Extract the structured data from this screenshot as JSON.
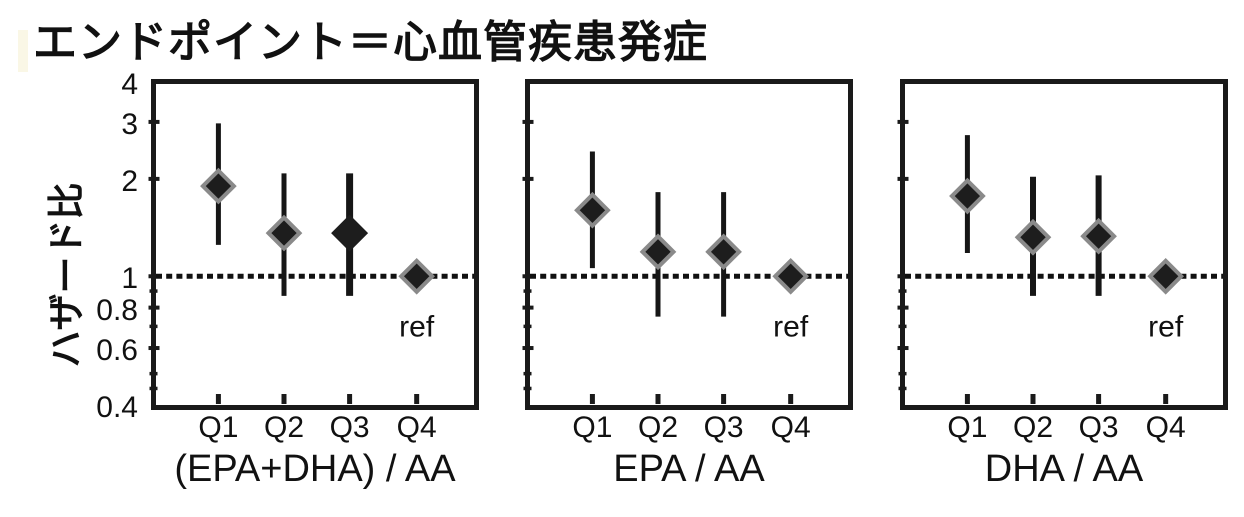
{
  "title": "エンドポイント＝心血管疾患発症",
  "ylabel": "ハザード比",
  "ref_label": "ref",
  "colors": {
    "background": "#ffffff",
    "text": "#111111",
    "axis": "#1a1a1a",
    "marker_fill": "#1d1d1d",
    "marker_outline": "#8a8a8a",
    "error_bar": "#161616",
    "reference_line": "#111111"
  },
  "chart_data": {
    "type": "scatter",
    "subtype": "hazard-ratio-forest-plot",
    "title": "エンドポイント＝心血管疾患発症",
    "ylabel": "ハザード比",
    "yscale": "log",
    "ylim": [
      0.4,
      4
    ],
    "yticks": [
      {
        "value": 4,
        "label": "4"
      },
      {
        "value": 3,
        "label": "3"
      },
      {
        "value": 2,
        "label": "2"
      },
      {
        "value": 1,
        "label": "1"
      },
      {
        "value": 0.8,
        "label": "0.8"
      },
      {
        "value": 0.6,
        "label": "0.6"
      },
      {
        "value": 0.4,
        "label": "0.4"
      }
    ],
    "ytick_lines_major": [
      3,
      2,
      1,
      0.8,
      0.6
    ],
    "ytick_lines_minor": [
      0.9,
      0.7,
      0.5,
      0.45
    ],
    "reference_line_y": 1.0,
    "grid": false,
    "legend": "none",
    "categories": [
      "Q1",
      "Q2",
      "Q3",
      "Q4"
    ],
    "panels": [
      {
        "name": "epa-plus-dha-over-aa",
        "xlabel": "(EPA+DHA) / AA",
        "points": [
          {
            "category": "Q1",
            "hr": 1.9,
            "ci_low": 1.25,
            "ci_high": 2.97,
            "marker": "outlined",
            "ci_lw": 5
          },
          {
            "category": "Q2",
            "hr": 1.36,
            "ci_low": 0.87,
            "ci_high": 2.08,
            "marker": "outlined",
            "ci_lw": 5
          },
          {
            "category": "Q3",
            "hr": 1.36,
            "ci_low": 0.87,
            "ci_high": 2.08,
            "marker": "solid-large",
            "ci_lw": 7
          },
          {
            "category": "Q4",
            "hr": 1.0,
            "ci_low": null,
            "ci_high": null,
            "marker": "outlined",
            "note": "ref"
          }
        ]
      },
      {
        "name": "epa-over-aa",
        "xlabel": "EPA / AA",
        "points": [
          {
            "category": "Q1",
            "hr": 1.6,
            "ci_low": 1.06,
            "ci_high": 2.43,
            "marker": "outlined",
            "ci_lw": 5
          },
          {
            "category": "Q2",
            "hr": 1.19,
            "ci_low": 0.75,
            "ci_high": 1.82,
            "marker": "outlined",
            "ci_lw": 5
          },
          {
            "category": "Q3",
            "hr": 1.19,
            "ci_low": 0.75,
            "ci_high": 1.82,
            "marker": "outlined",
            "ci_lw": 5
          },
          {
            "category": "Q4",
            "hr": 1.0,
            "ci_low": null,
            "ci_high": null,
            "marker": "outlined",
            "note": "ref"
          }
        ]
      },
      {
        "name": "dha-over-aa",
        "xlabel": "DHA / AA",
        "points": [
          {
            "category": "Q1",
            "hr": 1.77,
            "ci_low": 1.18,
            "ci_high": 2.73,
            "marker": "outlined",
            "ci_lw": 5
          },
          {
            "category": "Q2",
            "hr": 1.32,
            "ci_low": 0.87,
            "ci_high": 2.03,
            "marker": "outlined",
            "ci_lw": 6
          },
          {
            "category": "Q3",
            "hr": 1.33,
            "ci_low": 0.87,
            "ci_high": 2.05,
            "marker": "outlined",
            "ci_lw": 6
          },
          {
            "category": "Q4",
            "hr": 1.0,
            "ci_low": null,
            "ci_high": null,
            "marker": "outlined",
            "note": "ref"
          }
        ]
      }
    ]
  }
}
